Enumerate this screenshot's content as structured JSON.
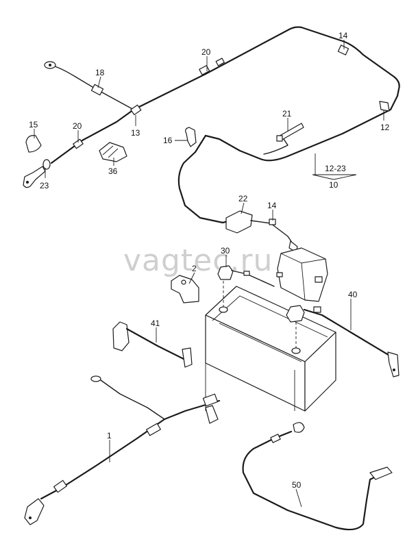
{
  "watermark": "vagtec.ru",
  "callouts": {
    "c1": "1",
    "c2": "2",
    "c10": "10",
    "c12": "12",
    "c12_23": "12-23",
    "c13": "13",
    "c14_top": "14",
    "c14_mid": "14",
    "c15": "15",
    "c16": "16",
    "c18": "18",
    "c20_top": "20",
    "c20_left": "20",
    "c21": "21",
    "c22": "22",
    "c23": "23",
    "c30": "30",
    "c36": "36",
    "c40": "40",
    "c41": "41",
    "c50": "50"
  }
}
